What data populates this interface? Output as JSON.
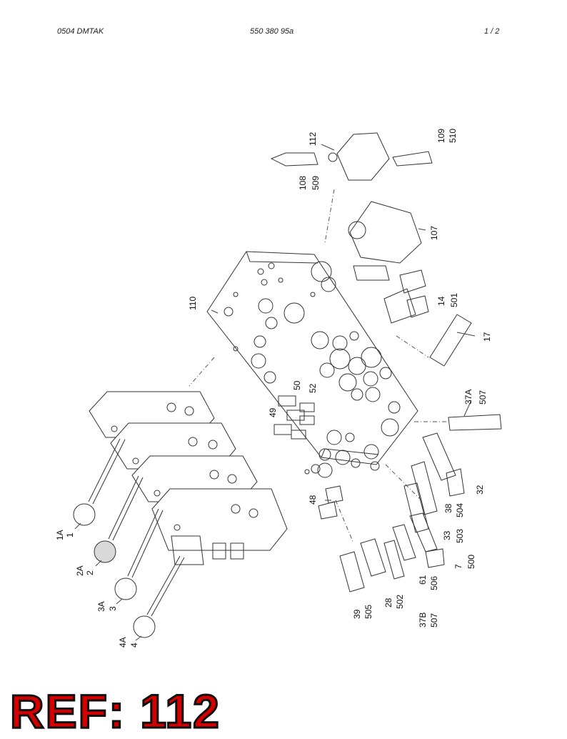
{
  "header": {
    "left": "0504   DMTAK",
    "center": "550 380 95a",
    "right": "1 /   2"
  },
  "ref_label": "REF: 112",
  "callouts": [
    {
      "id": "c1A",
      "text": "1A"
    },
    {
      "id": "c1",
      "text": "1"
    },
    {
      "id": "c2A",
      "text": "2A"
    },
    {
      "id": "c2",
      "text": "2"
    },
    {
      "id": "c3A",
      "text": "3A"
    },
    {
      "id": "c3",
      "text": "3"
    },
    {
      "id": "c4A",
      "text": "4A"
    },
    {
      "id": "c4",
      "text": "4"
    },
    {
      "id": "c39",
      "text": "39"
    },
    {
      "id": "c505",
      "text": "505"
    },
    {
      "id": "c28",
      "text": "28"
    },
    {
      "id": "c502",
      "text": "502"
    },
    {
      "id": "c37B",
      "text": "37B"
    },
    {
      "id": "c507b",
      "text": "507"
    },
    {
      "id": "c61",
      "text": "61"
    },
    {
      "id": "c506",
      "text": "506"
    },
    {
      "id": "c7",
      "text": "7"
    },
    {
      "id": "c500",
      "text": "500"
    },
    {
      "id": "c33",
      "text": "33"
    },
    {
      "id": "c503",
      "text": "503"
    },
    {
      "id": "c38",
      "text": "38"
    },
    {
      "id": "c504",
      "text": "504"
    },
    {
      "id": "c32",
      "text": "32"
    },
    {
      "id": "c37A",
      "text": "37A"
    },
    {
      "id": "c507a",
      "text": "507"
    },
    {
      "id": "c17",
      "text": "17"
    },
    {
      "id": "c14",
      "text": "14"
    },
    {
      "id": "c501",
      "text": "501"
    },
    {
      "id": "c107",
      "text": "107"
    },
    {
      "id": "c109",
      "text": "109"
    },
    {
      "id": "c510",
      "text": "510"
    },
    {
      "id": "c112",
      "text": "112"
    },
    {
      "id": "c108",
      "text": "108"
    },
    {
      "id": "c509",
      "text": "509"
    },
    {
      "id": "c110",
      "text": "110"
    },
    {
      "id": "c50",
      "text": "50"
    },
    {
      "id": "c52",
      "text": "52"
    },
    {
      "id": "c49",
      "text": "49"
    },
    {
      "id": "c48",
      "text": "48"
    }
  ]
}
